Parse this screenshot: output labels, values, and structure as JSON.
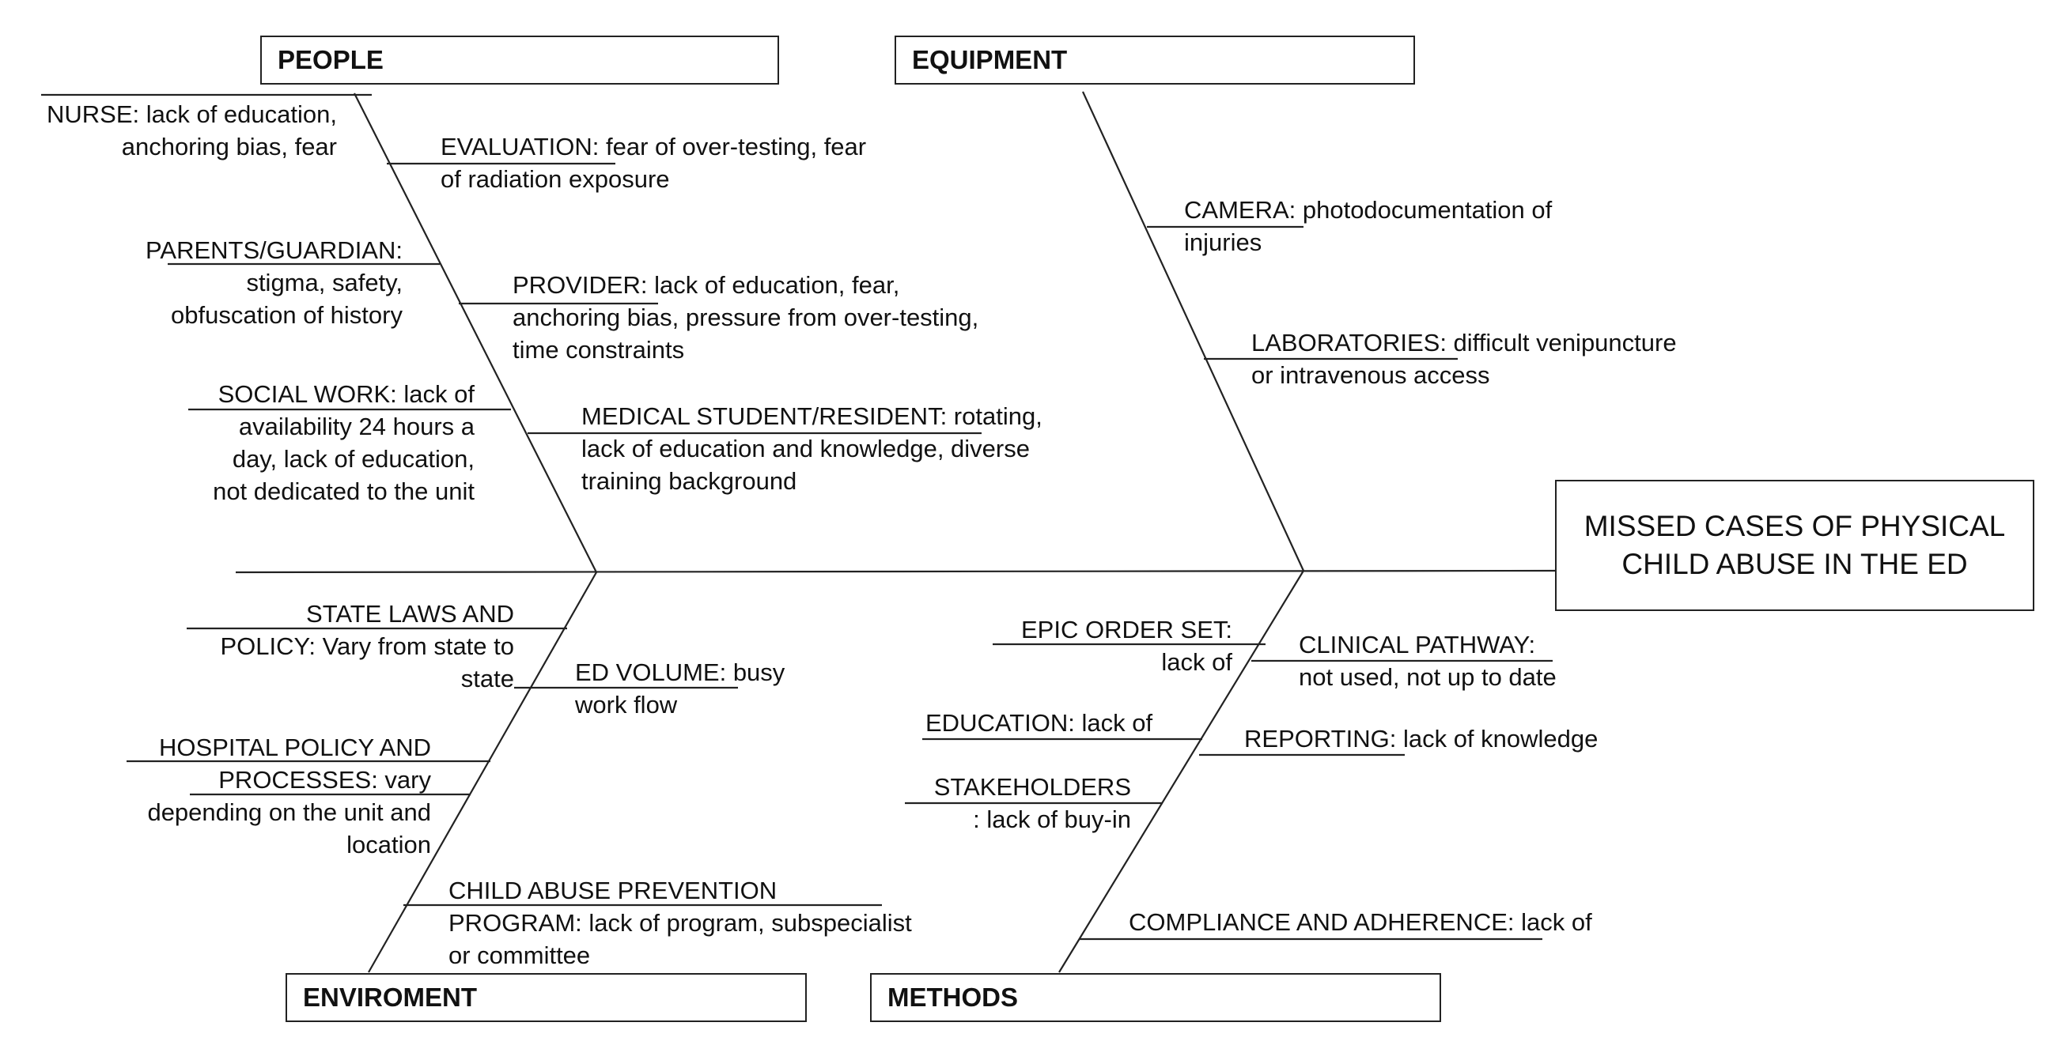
{
  "effect": "MISSED CASES OF PHYSICAL CHILD ABUSE IN THE ED",
  "categories": {
    "people": "PEOPLE",
    "equipment": "EQUIPMENT",
    "environment": "ENVIROMENT",
    "methods": "METHODS"
  },
  "causes": {
    "nurse": {
      "line1": "NURSE: lack of education,",
      "line2": "anchoring bias, fear"
    },
    "evaluation": {
      "line1": "EVALUATION: fear of over-testing, fear",
      "line2": "of radiation exposure"
    },
    "parents": {
      "line1": "PARENTS/GUARDIAN:",
      "line2": "stigma, safety,",
      "line3": "obfuscation of history"
    },
    "provider": {
      "line1": "PROVIDER: lack of education, fear,",
      "line2": "anchoring bias, pressure from over-testing,",
      "line3": "time constraints"
    },
    "social_work": {
      "line1": "SOCIAL WORK: lack of",
      "line2": "availability 24 hours a",
      "line3": "day, lack of education,",
      "line4": "not dedicated to the unit"
    },
    "med_student": {
      "line1": "MEDICAL STUDENT/RESIDENT: rotating,",
      "line2": "lack of education and knowledge, diverse",
      "line3": "training background"
    },
    "camera": {
      "line1": "CAMERA: photodocumentation of",
      "line2": "injuries"
    },
    "laboratories": {
      "line1": "LABORATORIES: difficult venipuncture",
      "line2": "or intravenous access"
    },
    "state_laws": {
      "line1": "STATE LAWS AND",
      "line2": "POLICY: Vary from state to",
      "line3": "state"
    },
    "ed_volume": {
      "line1": "ED VOLUME: busy",
      "line2": "work flow"
    },
    "hospital_policy": {
      "line1": "HOSPITAL POLICY AND",
      "line2": "PROCESSES: vary",
      "line3": "depending on the unit and",
      "line4": "location"
    },
    "child_abuse_program": {
      "line1": "CHILD ABUSE PREVENTION",
      "line2": "PROGRAM: lack of program, subspecialist",
      "line3": "or committee"
    },
    "epic_order_set": {
      "line1": "EPIC ORDER SET:",
      "line2": "lack of"
    },
    "clinical_pathway": {
      "line1": "CLINICAL PATHWAY:",
      "line2": "not used, not up to date"
    },
    "education": {
      "line1": "EDUCATION: lack of"
    },
    "reporting": {
      "line1": "REPORTING: lack of knowledge"
    },
    "stakeholders": {
      "line1": "STAKEHOLDERS",
      "line2": ": lack of buy-in"
    },
    "compliance": {
      "line1": "COMPLIANCE AND ADHERENCE: lack of"
    }
  }
}
